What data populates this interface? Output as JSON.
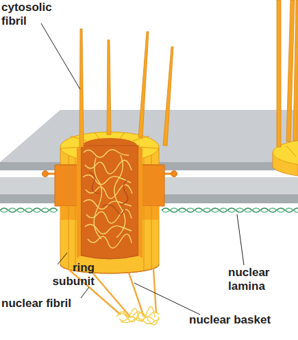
{
  "diagram": {
    "labels": [
      "cytosolic fibril",
      "ring subunit",
      "nuclear lamina",
      "nuclear fibril",
      "nuclear basket"
    ]
  }
}
